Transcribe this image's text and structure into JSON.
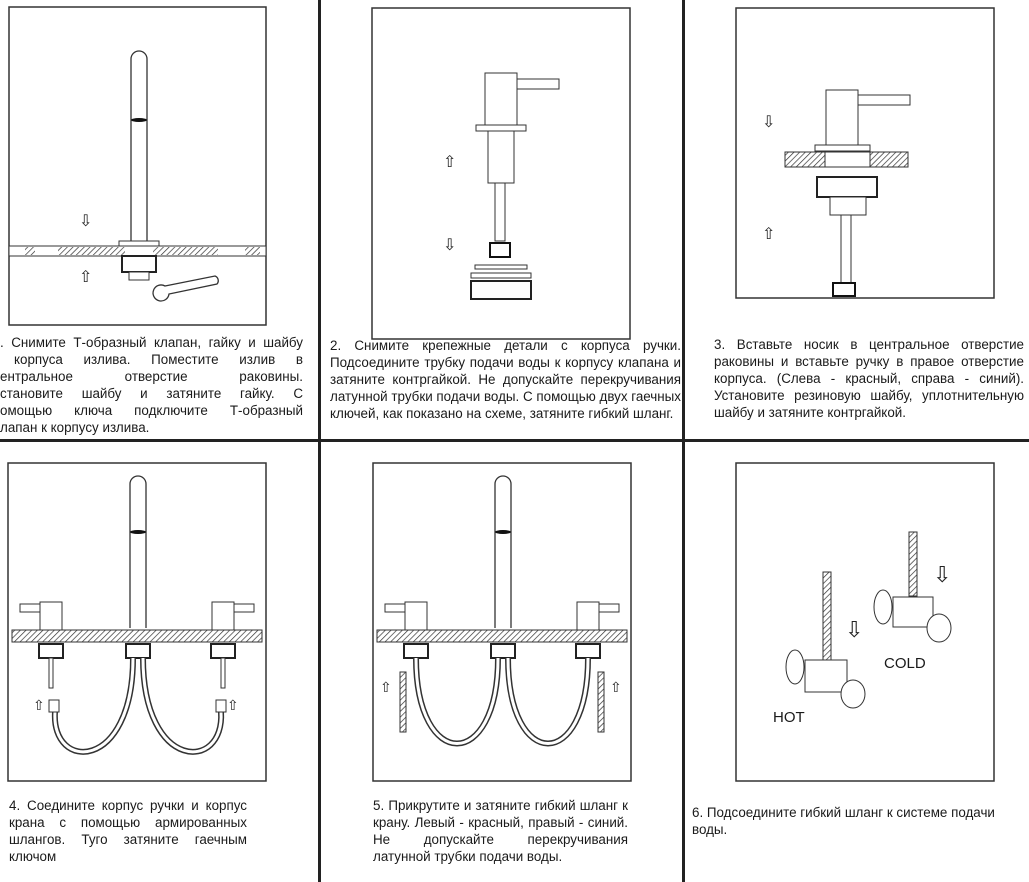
{
  "steps": [
    {
      "lines": [
        ". Снимите Т-образный клапан, гайку и шайбу",
        "корпуса излива. Поместите излив в",
        "ентральное отверстие раковины.",
        "становите шайбу и затяните гайку. С",
        "омощью ключа подключите Т-образный",
        "лапан к корпусу излива."
      ]
    },
    {
      "text": "2. Снимите крепежные детали с корпуса ручки. Подсоедините трубку подачи воды к корпусу клапана и затяните контргайкой. Не допускайте перекручивания латунной трубки подачи воды. С помощью двух гаечных ключей, как показано на схеме, затяните гибкий шланг."
    },
    {
      "text": "3. Вставьте носик в центральное отверстие раковины и вставьте ручку в правое отверстие корпуса. (Слева - красный, справа - синий). Установите резиновую шайбу, уплотнительную шайбу и затяните контргайкой."
    },
    {
      "text": "4. Соедините корпус ручки и корпус крана с помощью армированных шлангов. Туго затяните гаечным ключом"
    },
    {
      "text": "5. Прикрутите и затяните гибкий шланг к крану. Левый - красный, правый - синий. Не допускайте перекручивания латунной трубки подачи воды."
    },
    {
      "text": "6. Подсоедините гибкий шланг к системе подачи воды.",
      "labels": {
        "hot": "HOT",
        "cold": "COLD"
      }
    }
  ]
}
